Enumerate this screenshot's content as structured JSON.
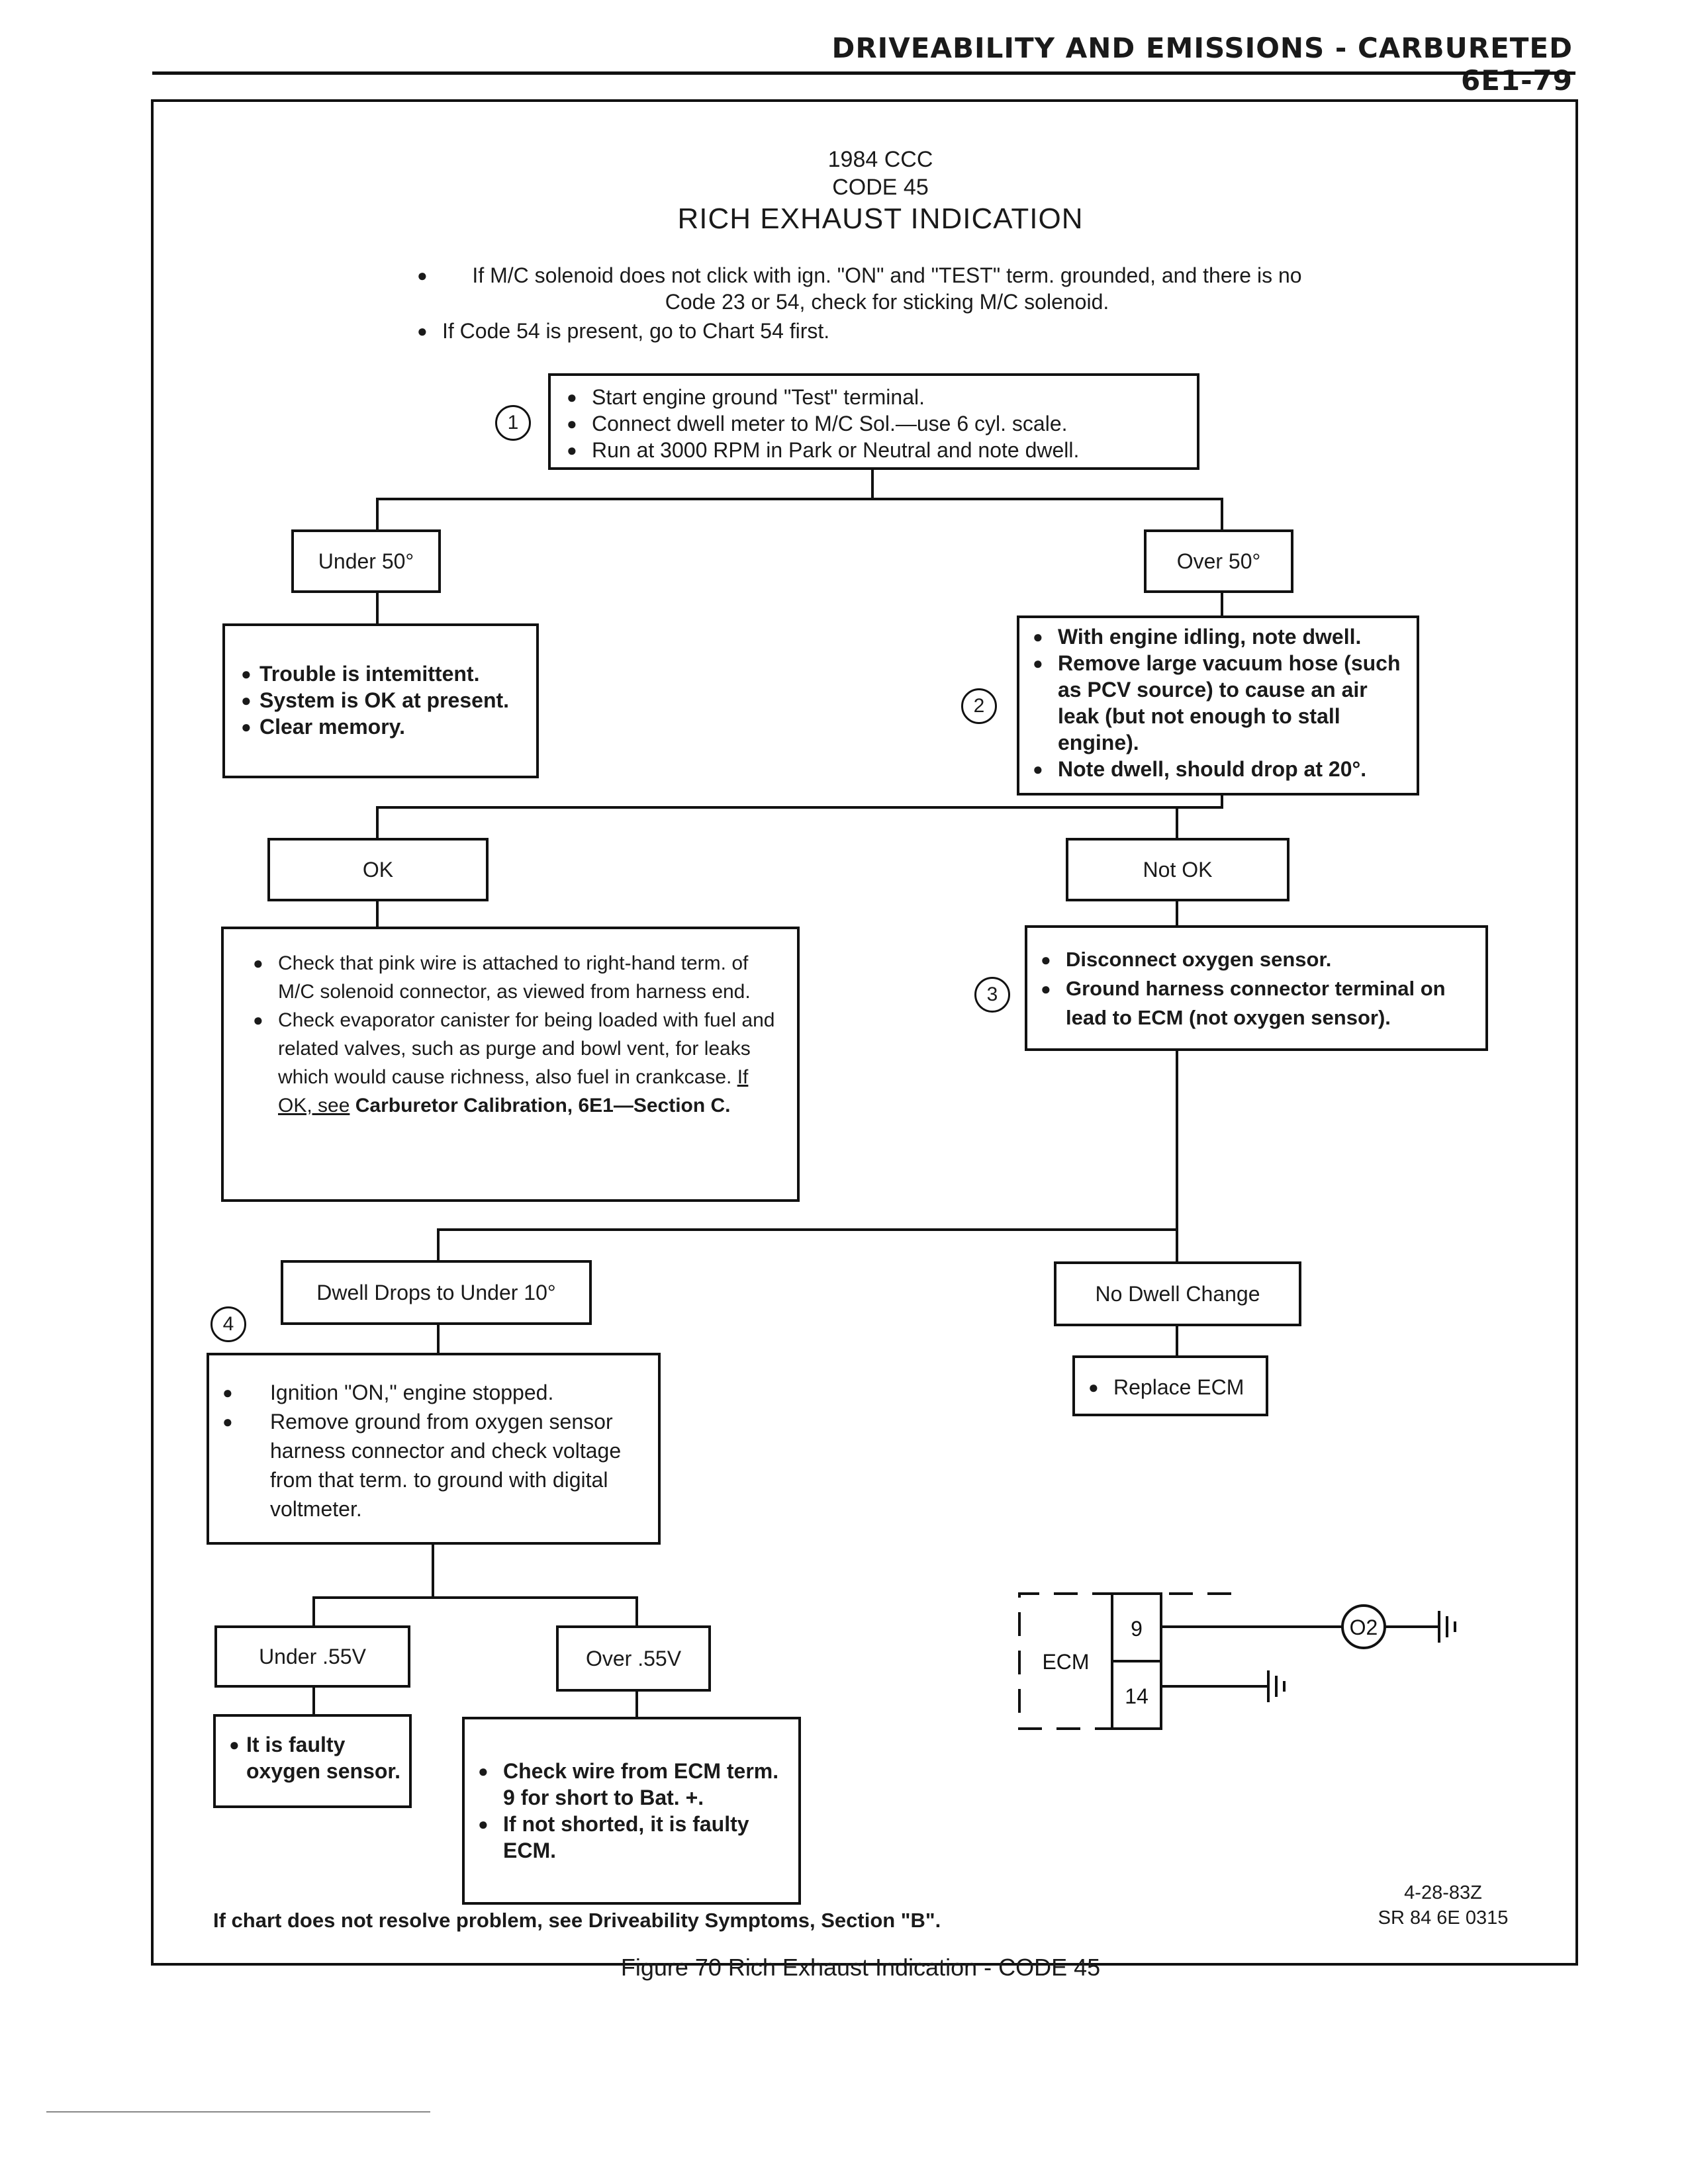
{
  "header": {
    "title": "DRIVEABILITY AND EMISSIONS - CARBURETED 6E1-79"
  },
  "chart": {
    "year_line": "1984 CCC",
    "code_line": "CODE 45",
    "title": "RICH EXHAUST INDICATION",
    "intro_bullets": [
      "If M/C solenoid does not click with ign. \"ON\" and \"TEST\" term. grounded, and there is no Code 23 or 54, check for sticking M/C solenoid.",
      "If Code 54 is present, go to Chart 54 first."
    ]
  },
  "step1": {
    "number": "1",
    "bullets": [
      "Start engine ground \"Test\" terminal.",
      "Connect dwell meter to M/C Sol.—use 6 cyl. scale.",
      "Run at 3000 RPM in Park or Neutral and note dwell."
    ]
  },
  "branch_under50": {
    "label": "Under 50°"
  },
  "branch_over50": {
    "label": "Over 50°"
  },
  "intermittent": {
    "lines": [
      "Trouble is intemittent.",
      "System is OK at present.",
      "Clear memory."
    ]
  },
  "step2": {
    "number": "2",
    "bullets": [
      "With engine idling, note dwell.",
      "Remove large vacuum hose (such as PCV source) to cause an air leak (but not enough to stall engine).",
      "Note dwell, should drop at 20°."
    ]
  },
  "branch_ok": {
    "label": "OK"
  },
  "branch_notok": {
    "label": "Not OK"
  },
  "ok_checks": {
    "bullet1": "Check that pink wire is attached to right-hand term. of M/C solenoid connector, as viewed from harness end.",
    "bullet2_text": "Check evaporator canister for being loaded with fuel and related valves, such as purge and bowl vent, for leaks which would cause richness, also fuel in crankcase.",
    "bullet2_link": "If OK, see",
    "bullet2_tail": "Carburetor Calibration, 6E1—Section C."
  },
  "step3": {
    "number": "3",
    "bullets": [
      "Disconnect oxygen sensor.",
      "Ground harness connector terminal on lead to ECM (not oxygen sensor)."
    ]
  },
  "branch_dwell_drops": {
    "label": "Dwell Drops to Under 10°"
  },
  "branch_no_change": {
    "label": "No Dwell Change"
  },
  "replace_ecm": {
    "label": "Replace ECM"
  },
  "step4": {
    "number": "4",
    "bullets": [
      "Ignition \"ON,\" engine stopped.",
      "Remove ground from oxygen sensor harness connector and check voltage from that term. to ground with digital voltmeter."
    ]
  },
  "branch_under055": {
    "label": "Under .55V"
  },
  "branch_over055": {
    "label": "Over .55V"
  },
  "faulty_sensor": {
    "label": "It is faulty oxygen sensor."
  },
  "check_wire": {
    "bullets": [
      "Check wire from ECM term. 9 for short to Bat. +.",
      "If not shorted, it is faulty ECM."
    ]
  },
  "wiring": {
    "ecm_label": "ECM",
    "pin_a": "9",
    "pin_b": "14",
    "sensor_label": "O2"
  },
  "footer": {
    "note": "If chart does not resolve problem, see Driveability Symptoms, Section \"B\".",
    "date_code": "4-28-83Z",
    "ref_code": "SR 84 6E 0315",
    "caption": "Figure 70 Rich Exhaust Indication - CODE 45"
  }
}
